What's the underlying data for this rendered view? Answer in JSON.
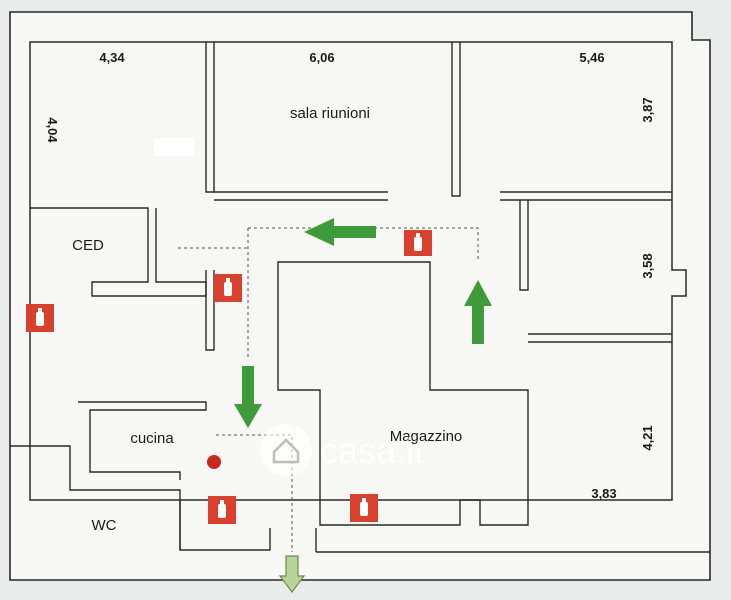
{
  "rooms": {
    "sala_riunioni": "sala riunioni",
    "ced": "CED",
    "cucina": "cucina",
    "magazzino": "Magazzino",
    "wc": "WC"
  },
  "dimensions": {
    "d434": "4,34",
    "d606": "6,06",
    "d546": "5,46",
    "d404": "4,04",
    "d387": "3,87",
    "d358": "3,58",
    "d421": "4,21",
    "d383": "3,83"
  },
  "watermark": "casa.it",
  "colors": {
    "wall": "#2a2a2a",
    "floor": "#f7f7f5",
    "arrow": "#3f9a3a",
    "extinguisher": "#d9412f",
    "alarm": "#c8281e",
    "exit_arrow": "#7aa35a"
  },
  "icons": {
    "extinguisher": "fire-extinguisher-icon",
    "alarm": "fire-alarm-icon",
    "route": "evacuation-arrow-icon",
    "exit": "emergency-exit-icon"
  }
}
